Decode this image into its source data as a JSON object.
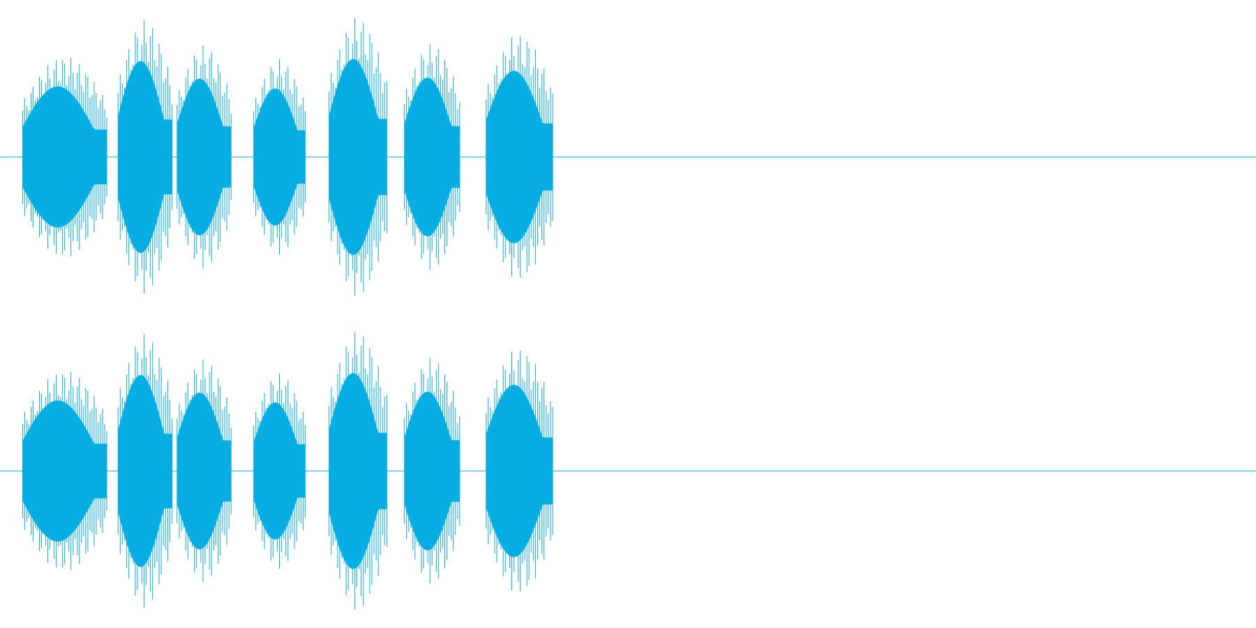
{
  "waveform": {
    "color": "#07aee3",
    "background": "#ffffff",
    "channel_count": 2,
    "channels": [
      {
        "name": "",
        "role": "left"
      },
      {
        "name": "",
        "role": "right"
      }
    ],
    "segments": [
      {
        "start": 0.018,
        "end": 0.085,
        "peak": 0.72
      },
      {
        "start": 0.094,
        "end": 0.137,
        "peak": 0.98
      },
      {
        "start": 0.141,
        "end": 0.184,
        "peak": 0.8
      },
      {
        "start": 0.202,
        "end": 0.243,
        "peak": 0.7
      },
      {
        "start": 0.262,
        "end": 0.308,
        "peak": 1.0
      },
      {
        "start": 0.322,
        "end": 0.366,
        "peak": 0.81
      },
      {
        "start": 0.387,
        "end": 0.44,
        "peak": 0.88
      }
    ],
    "tail_end": 0.452
  }
}
